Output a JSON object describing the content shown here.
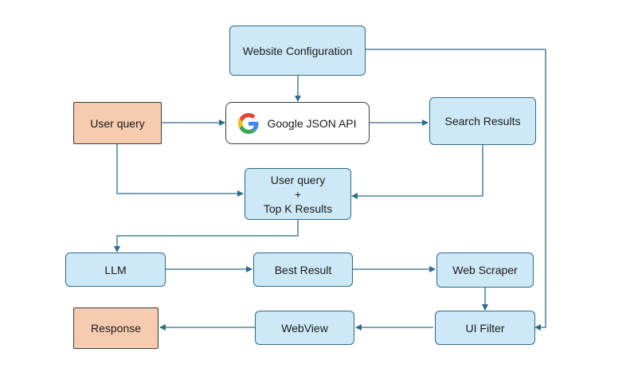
{
  "nodes": {
    "website_config": "Website Configuration",
    "user_query": "User query",
    "google_api": "Google JSON API",
    "search_results": "Search Results",
    "combined": {
      "line1": "User query",
      "line2": "+",
      "line3": "Top K Results"
    },
    "llm": "LLM",
    "best_result": "Best Result",
    "web_scraper": "Web Scraper",
    "response": "Response",
    "webview": "WebView",
    "ui_filter": "UI Filter"
  },
  "colors": {
    "box_fill": "#cde9f7",
    "box_border": "#2f6b87",
    "io_fill": "#f7cbb0",
    "arrow": "#2f6b87",
    "google_blue": "#4285F4",
    "google_red": "#EA4335",
    "google_yellow": "#FBBC05",
    "google_green": "#34A853"
  },
  "icons": {
    "google": "google-logo-icon"
  }
}
